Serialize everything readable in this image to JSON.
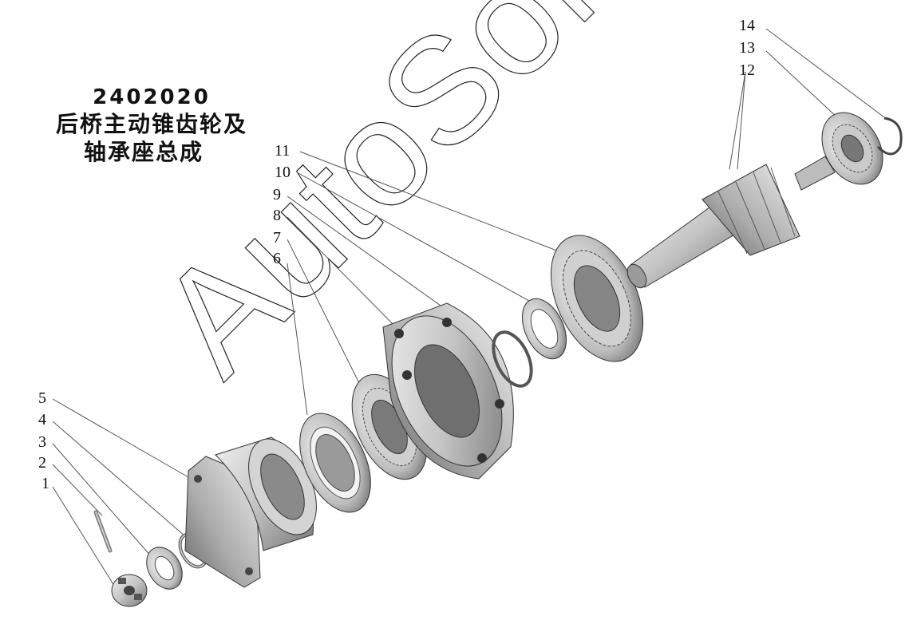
{
  "title": {
    "code": "2402020",
    "name_line1": "后桥主动锥齿轮及",
    "name_line2": "轴承座总成"
  },
  "watermark": "AutoSoft",
  "callouts": [
    "1",
    "2",
    "3",
    "4",
    "5",
    "6",
    "7",
    "8",
    "9",
    "10",
    "11",
    "12",
    "13",
    "14"
  ],
  "colors": {
    "background": "#ffffff",
    "ink": "#111111",
    "part_light": "#e6e6e6",
    "part_mid": "#b4b4b4",
    "part_dark": "#6e6e6e"
  }
}
